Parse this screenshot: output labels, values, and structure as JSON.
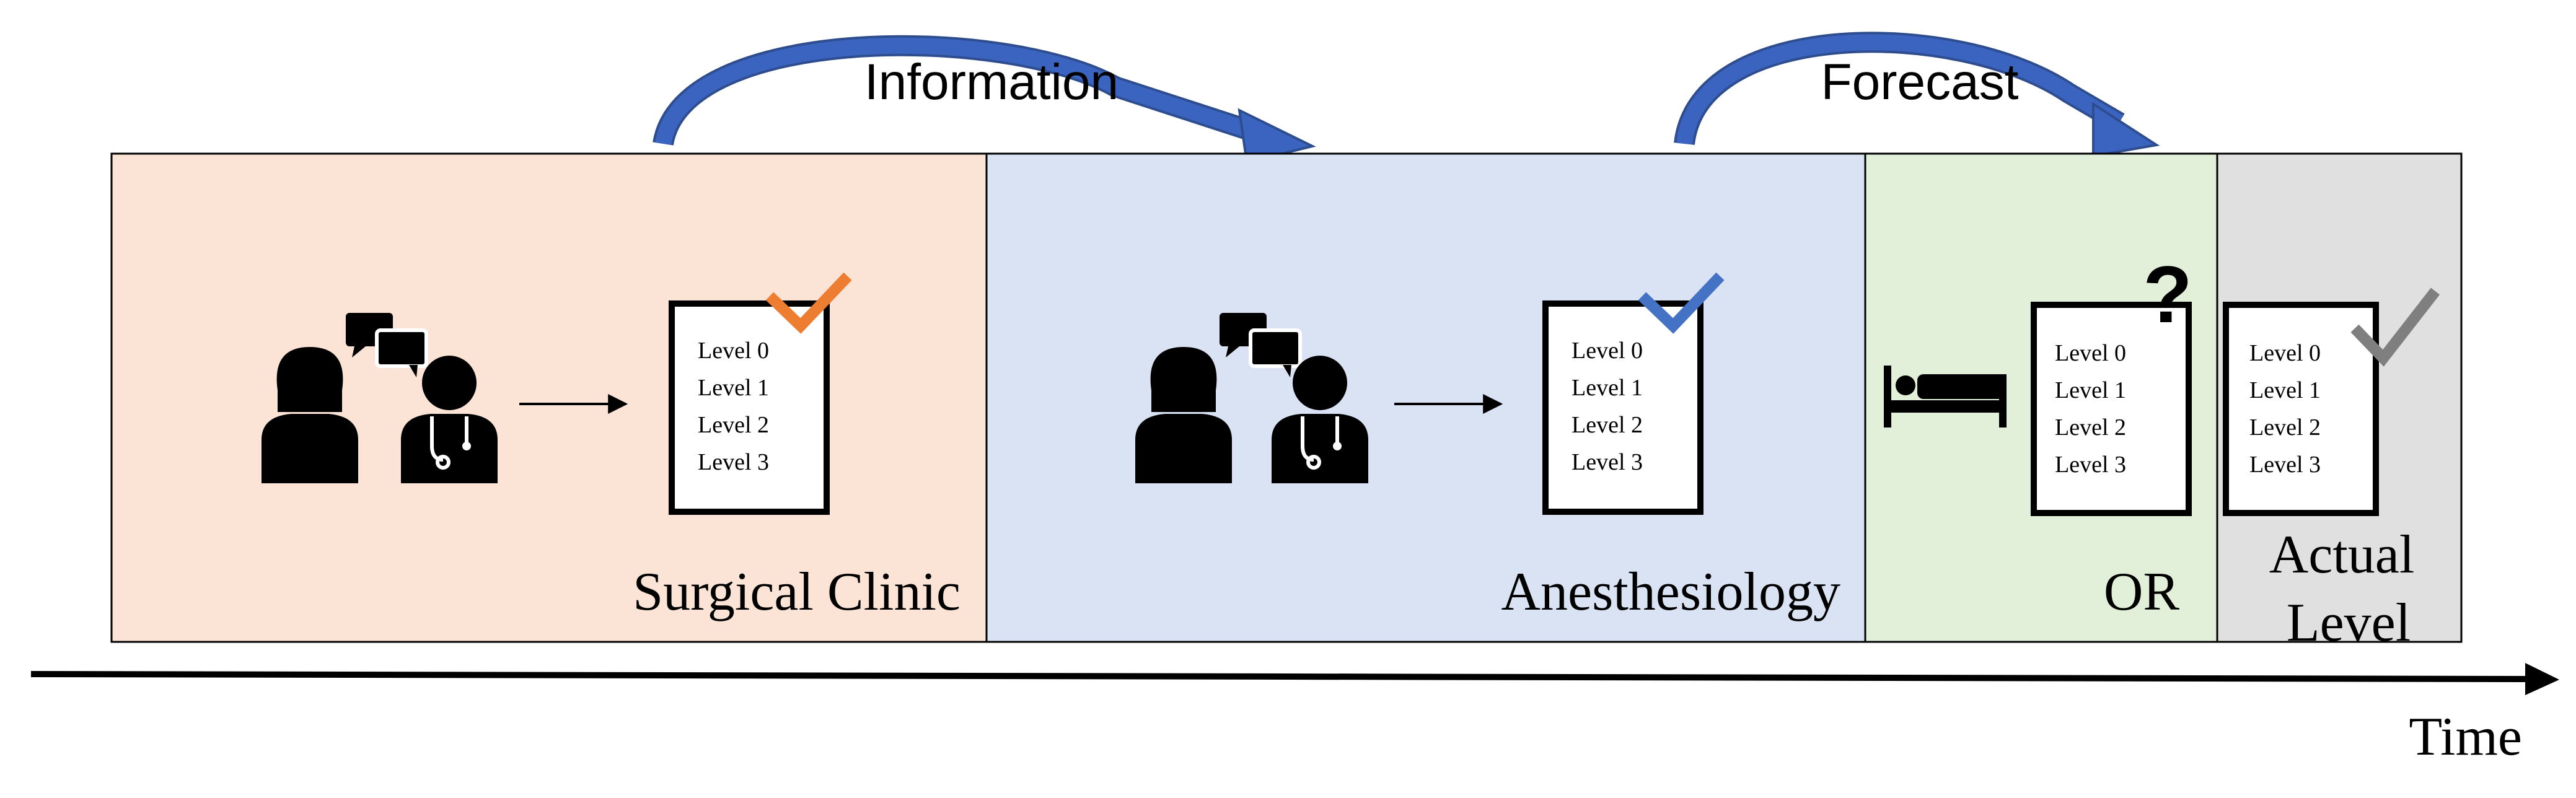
{
  "arrows": {
    "information": "Information",
    "forecast": "Forecast"
  },
  "stages": [
    {
      "title": "Surgical Clinic",
      "fill": "#fbe4d5",
      "check_color": "#ed7d31"
    },
    {
      "title": "Anesthesiology",
      "fill": "#dae3f3",
      "check_color": "#4472c4"
    },
    {
      "title": "OR",
      "fill": "#e2f0d9",
      "question_mark": "?"
    },
    {
      "title_line1": "Actual",
      "title_line2": "Level",
      "fill": "#e0e0e0",
      "check_color": "#7f7f7f"
    }
  ],
  "levels": [
    "Level 0",
    "Level 1",
    "Level 2",
    "Level 3"
  ],
  "timeline": {
    "label": "Time"
  },
  "colors": {
    "arrow_blue": "#3b64c0",
    "outline": "#000000"
  },
  "icons": [
    "chat-bubbles-icon",
    "patient-icon",
    "doctor-icon",
    "bed-icon",
    "checkmark-icon",
    "question-mark-icon"
  ]
}
